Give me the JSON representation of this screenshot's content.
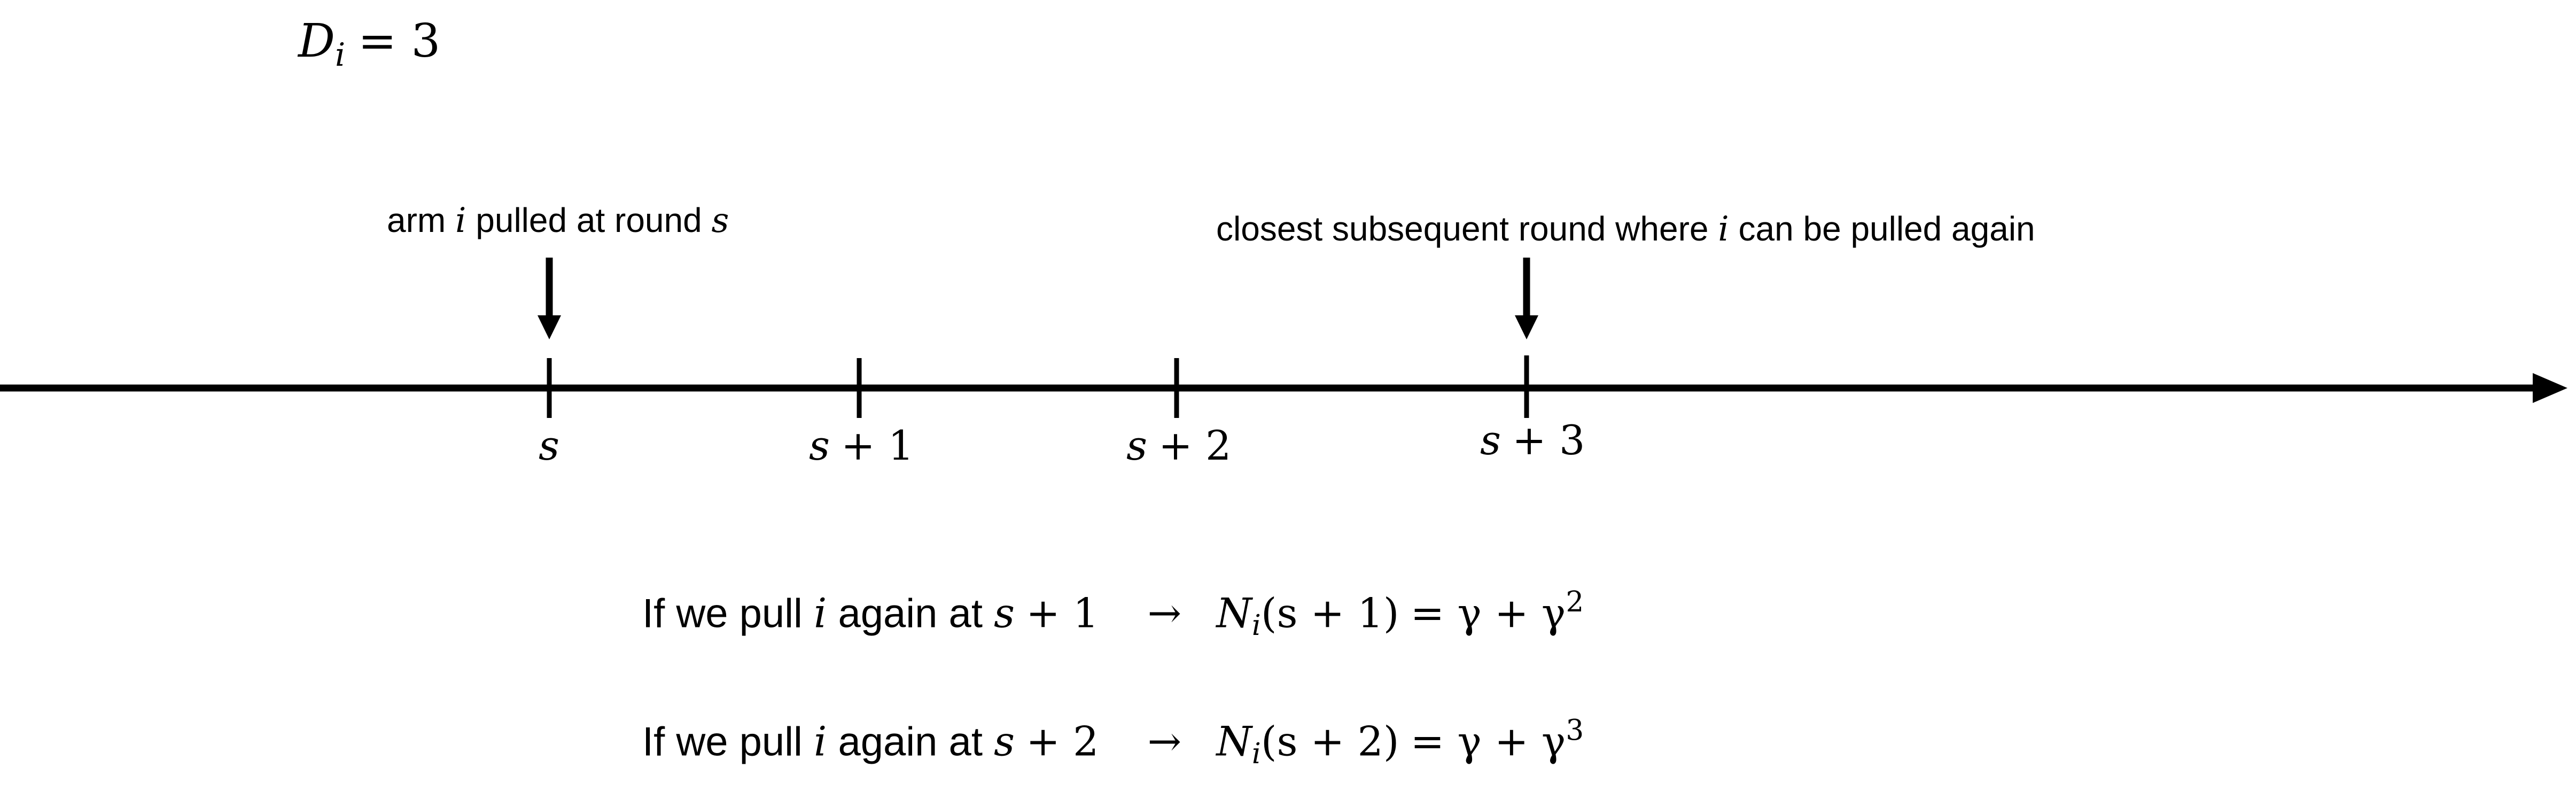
{
  "header": {
    "di_label": "D",
    "di_sub": "i",
    "di_value": "= 3"
  },
  "timeline": {
    "ticks": [
      {
        "var": "s",
        "offset": ""
      },
      {
        "var": "s",
        "offset": "+ 1"
      },
      {
        "var": "s",
        "offset": "+ 2"
      },
      {
        "var": "s",
        "offset": "+ 3"
      }
    ]
  },
  "annotations": {
    "left": {
      "prefix": "arm ",
      "var": "i",
      "middle": " pulled at round ",
      "var2": "s"
    },
    "right": {
      "prefix": "closest subsequent round where ",
      "var": "i",
      "suffix": " can be pulled again"
    }
  },
  "formulas": [
    {
      "lead": "If we pull ",
      "var": "i",
      "mid": " again at ",
      "round_var": "s",
      "round_off": "+ 1",
      "arrow": "→",
      "n": "N",
      "n_sub": "i",
      "lhs_arg": "(s + 1)",
      "eq": "= γ + γ",
      "exp": "2"
    },
    {
      "lead": "If we pull ",
      "var": "i",
      "mid": " again at ",
      "round_var": "s",
      "round_off": "+ 2",
      "arrow": "→",
      "n": "N",
      "n_sub": "i",
      "lhs_arg": "(s + 2)",
      "eq": "= γ + γ",
      "exp": "3"
    }
  ],
  "colors": {
    "ink": "#000000",
    "background": "#ffffff"
  }
}
